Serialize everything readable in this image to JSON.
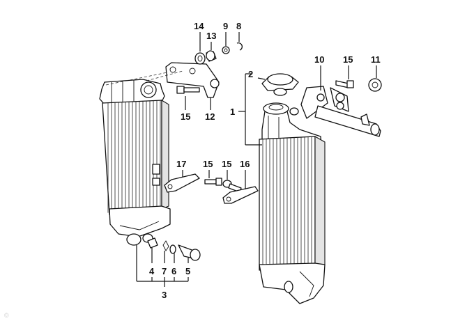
{
  "labels": {
    "n1": "1",
    "n2": "2",
    "n3": "3",
    "n4": "4",
    "n5": "5",
    "n6": "6",
    "n7": "7",
    "n8": "8",
    "n9": "9",
    "n10": "10",
    "n11": "11",
    "n12": "12",
    "n13": "13",
    "n14": "14",
    "n15a": "15",
    "n15b": "15",
    "n15c": "15",
    "n15d": "15",
    "n16": "16",
    "n17": "17"
  },
  "watermark": "©"
}
